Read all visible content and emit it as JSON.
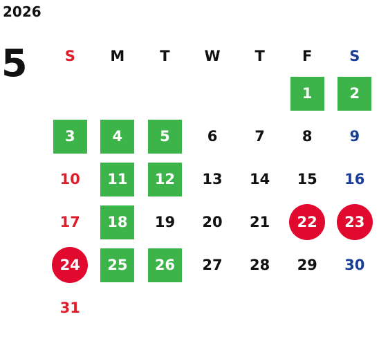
{
  "year": "2026",
  "month": "5",
  "colors": {
    "sunday": "#e01e2b",
    "saturday": "#1b3f96",
    "weekday": "#111111",
    "highlight_green": "#3db44a",
    "highlight_red": "#e1092e",
    "highlight_text": "#ffffff"
  },
  "weekdays": [
    "S",
    "M",
    "T",
    "W",
    "T",
    "F",
    "S"
  ],
  "weeks": [
    [
      null,
      null,
      null,
      null,
      null,
      {
        "day": "1",
        "mark": "green"
      },
      {
        "day": "2",
        "mark": "green"
      }
    ],
    [
      {
        "day": "3",
        "mark": "green"
      },
      {
        "day": "4",
        "mark": "green"
      },
      {
        "day": "5",
        "mark": "green"
      },
      {
        "day": "6"
      },
      {
        "day": "7"
      },
      {
        "day": "8"
      },
      {
        "day": "9"
      }
    ],
    [
      {
        "day": "10"
      },
      {
        "day": "11",
        "mark": "green"
      },
      {
        "day": "12",
        "mark": "green"
      },
      {
        "day": "13"
      },
      {
        "day": "14"
      },
      {
        "day": "15"
      },
      {
        "day": "16"
      }
    ],
    [
      {
        "day": "17"
      },
      {
        "day": "18",
        "mark": "green"
      },
      {
        "day": "19"
      },
      {
        "day": "20"
      },
      {
        "day": "21"
      },
      {
        "day": "22",
        "mark": "red"
      },
      {
        "day": "23",
        "mark": "red"
      }
    ],
    [
      {
        "day": "24",
        "mark": "red"
      },
      {
        "day": "25",
        "mark": "green"
      },
      {
        "day": "26",
        "mark": "green"
      },
      {
        "day": "27"
      },
      {
        "day": "28"
      },
      {
        "day": "29"
      },
      {
        "day": "30"
      }
    ],
    [
      {
        "day": "31"
      },
      null,
      null,
      null,
      null,
      null,
      null
    ]
  ]
}
